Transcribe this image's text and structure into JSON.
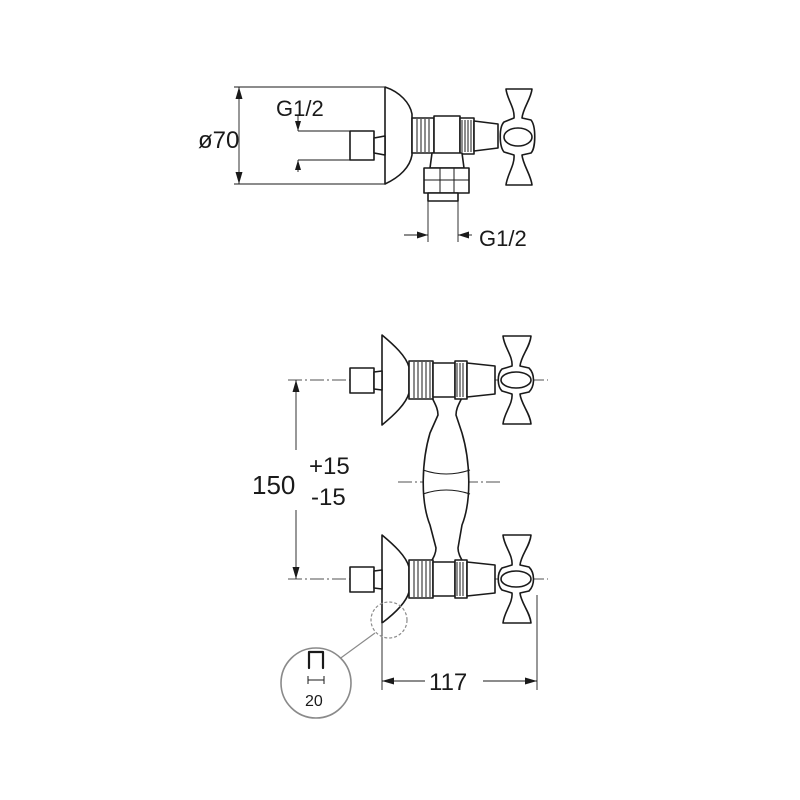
{
  "top_view": {
    "diameter_label": "ø70",
    "inlet_thread_label": "G1/2",
    "outlet_thread_label": "G1/2"
  },
  "front_view": {
    "center_distance_label": "150",
    "tolerance_plus_label": "+15",
    "tolerance_minus_label": "-15",
    "projection_label": "117"
  },
  "detail": {
    "width_label": "20"
  }
}
